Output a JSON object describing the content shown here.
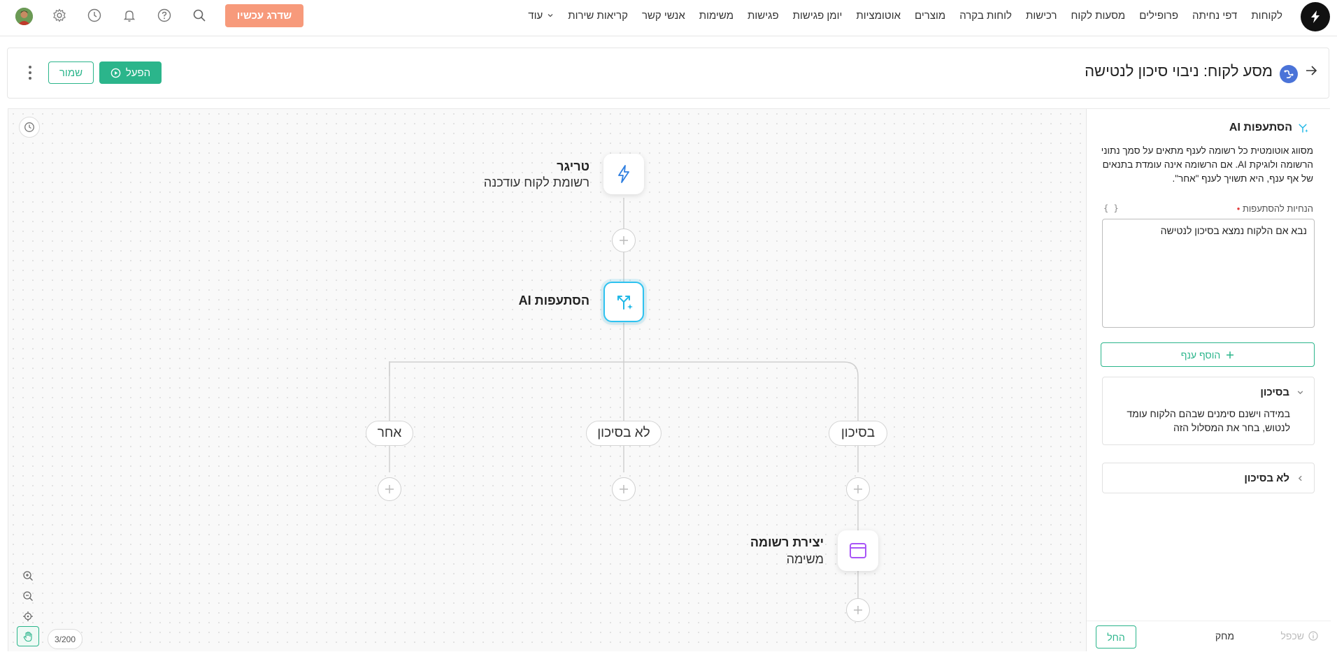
{
  "nav": {
    "items": [
      "לקוחות",
      "דפי נחיתה",
      "פרופילים",
      "מסעות לקוח",
      "רכישות",
      "לוחות בקרה",
      "מוצרים",
      "אוטומציות",
      "יומן פגישות",
      "פגישות",
      "משימות",
      "אנשי קשר",
      "קריאות שירות"
    ],
    "more_label": "עוד",
    "upgrade_label": "שדרג עכשיו"
  },
  "header": {
    "title": "מסע לקוח: ניבוי סיכון לנטישה",
    "activate_label": "הפעל",
    "save_label": "שמור"
  },
  "canvas": {
    "trigger": {
      "title": "טריגר",
      "subtitle": "רשומת לקוח עודכנה"
    },
    "ai_branching": {
      "title": "AI הסתעפות"
    },
    "branches": [
      "בסיכון",
      "לא בסיכון",
      "אחר"
    ],
    "create_record": {
      "title": "יצירת רשומה",
      "subtitle": "משימה"
    },
    "counter": "3/200"
  },
  "panel": {
    "title": "AI הסתעפות",
    "description": "מסווג אוטומטית כל רשומה לענף מתאים על סמך נתוני הרשומה ולוגיקת AI. אם הרשומה אינה עומדת בתנאים של אף ענף, היא תשויך לענף \"אחר\".",
    "field_label": "הנחיות להסתעפות",
    "brace": "{ }",
    "prompt_value": "נבא אם הלקוח נמצא בסיכון לנטישה",
    "add_branch_label": "הוסף ענף",
    "branch_cards": [
      {
        "title": "בסיכון",
        "body": "במידה וישנם סימנים שבהם הלקוח עומד לנטוש, בחר את המסלול הזה",
        "expanded": true
      },
      {
        "title": "לא בסיכון",
        "expanded": false
      }
    ],
    "footer": {
      "duplicate_label": "שכפל",
      "delete_label": "מחק",
      "apply_label": "החל"
    }
  },
  "colors": {
    "accent": "#2bb58b",
    "upgrade": "#f79a7b",
    "selected": "#2ec2f0",
    "journey_icon": "#4a73d8",
    "record_icon": "#a855f7"
  }
}
